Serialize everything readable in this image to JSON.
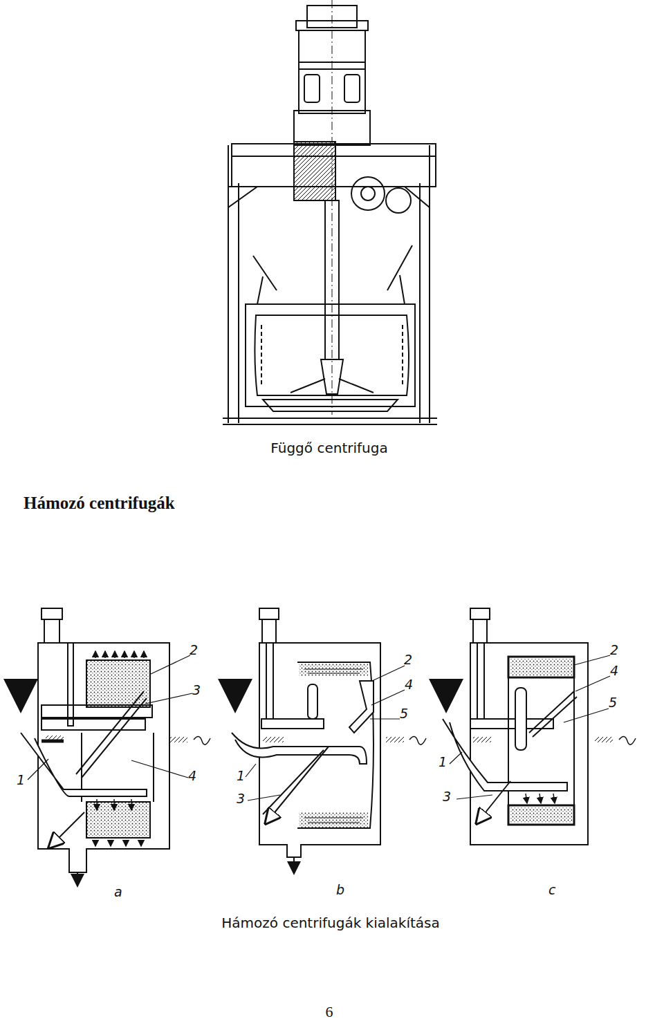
{
  "diagram": {
    "title": "Hámozó centrifugák",
    "caption": "Hámozó centrifugák kialakítása",
    "labels": [
      "Függő centrifuga",
      "2",
      "3",
      "4",
      "1",
      "a",
      "2",
      "4",
      "5",
      "1",
      "3",
      "b",
      "2",
      "4",
      "5",
      "1",
      "3",
      "c",
      "6"
    ]
  }
}
